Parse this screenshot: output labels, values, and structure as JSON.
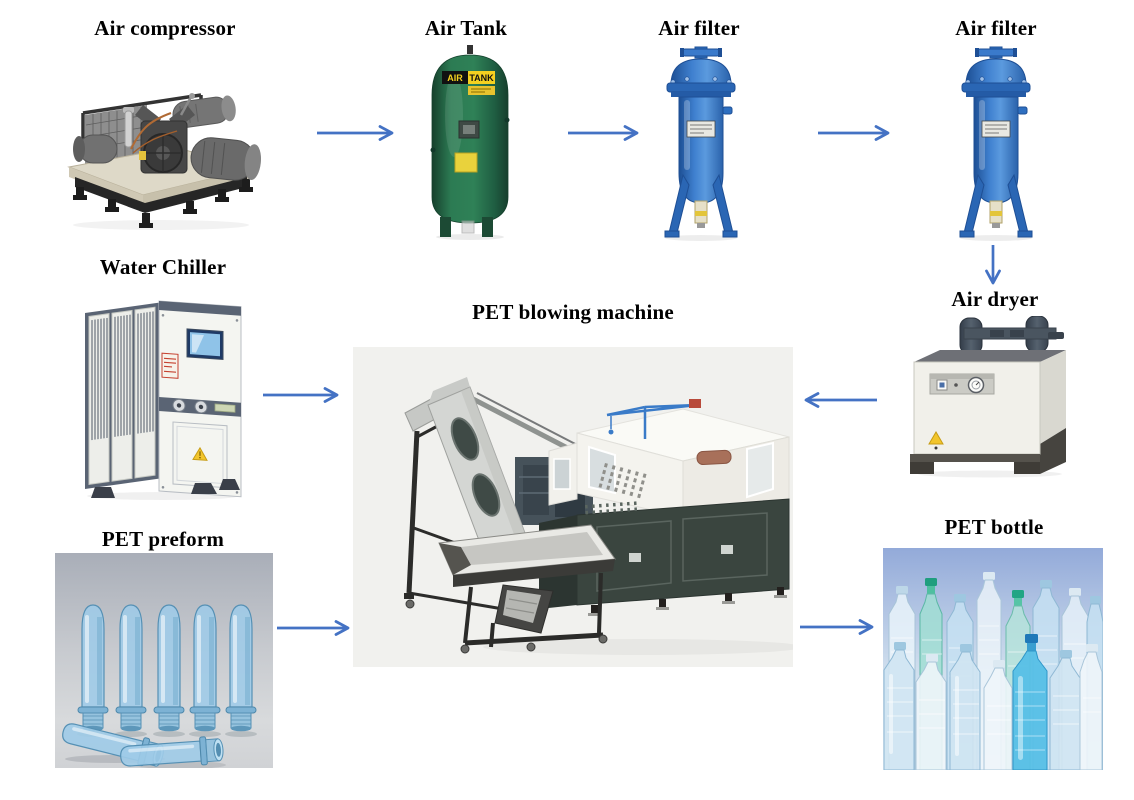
{
  "page": {
    "background": "#ffffff",
    "description_type": "process-flow-diagram"
  },
  "nodes": {
    "air_compressor": {
      "label": "Air compressor"
    },
    "air_tank": {
      "label": "Air Tank",
      "badge_line1": "AIR",
      "badge_line2": "TANK"
    },
    "air_filter_1": {
      "label": "Air filter"
    },
    "air_filter_2": {
      "label": "Air filter"
    },
    "air_dryer": {
      "label": "Air dryer"
    },
    "water_chiller": {
      "label": "Water Chiller"
    },
    "pet_blowing_machine": {
      "label": "PET blowing machine"
    },
    "pet_preform": {
      "label": "PET preform"
    },
    "pet_bottle": {
      "label": "PET bottle"
    }
  },
  "flow": [
    {
      "from": "air_compressor",
      "to": "air_tank",
      "direction": "right"
    },
    {
      "from": "air_tank",
      "to": "air_filter_1",
      "direction": "right"
    },
    {
      "from": "air_filter_1",
      "to": "air_filter_2",
      "direction": "right"
    },
    {
      "from": "air_filter_2",
      "to": "air_dryer",
      "direction": "down"
    },
    {
      "from": "air_dryer",
      "to": "pet_blowing_machine",
      "direction": "left"
    },
    {
      "from": "water_chiller",
      "to": "pet_blowing_machine",
      "direction": "right"
    },
    {
      "from": "pet_preform",
      "to": "pet_blowing_machine",
      "direction": "right"
    },
    {
      "from": "pet_blowing_machine",
      "to": "pet_bottle",
      "direction": "right"
    }
  ],
  "colors": {
    "arrow": "#4472c4",
    "label_text": "#000000",
    "tank_green": "#2a7a54",
    "filter_blue": "#2e6fc0",
    "machine_cabinet_dark": "#3a453f",
    "machine_photo_background": "#f1f1ee",
    "preform_blue": "#9ecbe8",
    "bottle_photo_background": "#93aad9",
    "warning_yellow": "#f2c52c"
  }
}
